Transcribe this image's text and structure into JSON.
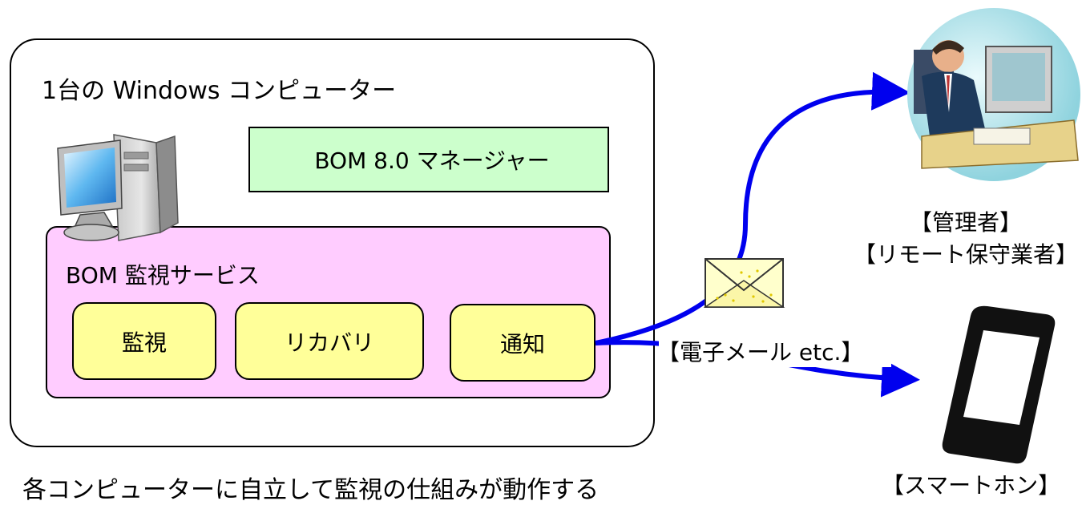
{
  "computer": {
    "title": "1台の Windows コンピューター",
    "manager_label": "BOM 8.0 マネージャー",
    "service": {
      "title": "BOM  監視サービス",
      "functions": [
        "監視",
        "リカバリ",
        "通知"
      ]
    }
  },
  "email_label": "【電子メール etc.】",
  "admin_labels": [
    "【管理者】",
    "【リモート保守業者】"
  ],
  "phone_label": "【スマートホン】",
  "caption": "各コンピューターに自立して監視の仕組みが動作する",
  "icons": [
    "desktop-computer-icon",
    "envelope-icon",
    "office-worker-icon",
    "smartphone-icon"
  ],
  "colors": {
    "manager_fill": "#ccffcc",
    "service_fill": "#ffccff",
    "function_fill": "#ffff99",
    "arrow": "#0000ee"
  }
}
